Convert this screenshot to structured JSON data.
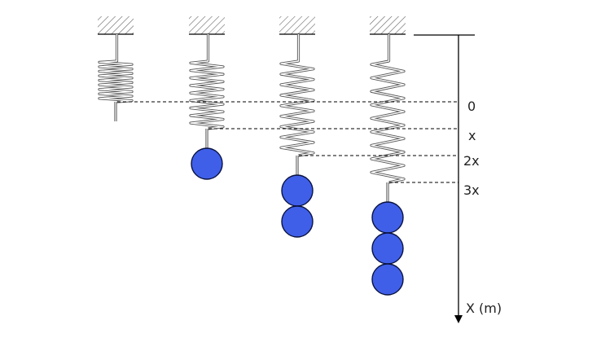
{
  "axis": {
    "label": "X (m)",
    "marks": [
      "0",
      "x",
      "2x",
      "3x"
    ]
  },
  "springs": [
    {
      "masses": 0
    },
    {
      "masses": 1
    },
    {
      "masses": 2
    },
    {
      "masses": 3
    }
  ],
  "colors": {
    "mass_fill": "#3f5fe8",
    "mass_stroke": "#0a1240",
    "spring": "#555555",
    "line": "#000000"
  }
}
